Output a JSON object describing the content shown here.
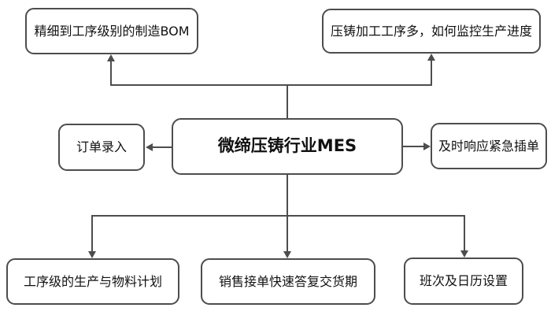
{
  "diagram": {
    "center_node": {
      "label": "微缔压铸行业MES"
    },
    "nodes": {
      "top_left": {
        "label": "精细到工序级别的制造BOM"
      },
      "top_right": {
        "label": "压铸加工工序多，如何监控生产进度"
      },
      "mid_left": {
        "label": "订单录入"
      },
      "mid_right": {
        "label": "及时响应紧急插单"
      },
      "bottom_left": {
        "label": "工序级的生产与物料计划"
      },
      "bottom_center": {
        "label": "销售接单快速答复交货期"
      },
      "bottom_right": {
        "label": "班次及日历设置"
      }
    },
    "colors": {
      "line": "#4d4d4d",
      "box_border": "#4d4d4d",
      "text": "#111111",
      "background": "#ffffff"
    }
  }
}
